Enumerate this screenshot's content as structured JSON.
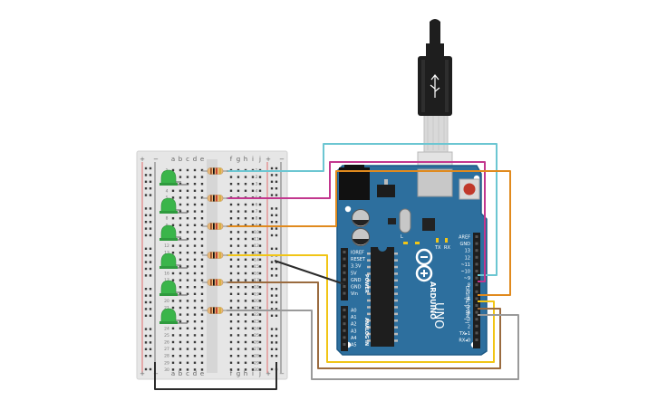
{
  "breadboard": {
    "letters_left": [
      "a",
      "b",
      "c",
      "d",
      "e"
    ],
    "letters_right": [
      "f",
      "g",
      "h",
      "i",
      "j"
    ],
    "rail_plus": "+",
    "rail_minus": "−",
    "row_numbers": [
      "1",
      "2",
      "3",
      "4",
      "5",
      "6",
      "7",
      "8",
      "9",
      "10",
      "11",
      "12",
      "13",
      "14",
      "15",
      "16",
      "17",
      "18",
      "19",
      "20",
      "21",
      "22",
      "23",
      "24",
      "25",
      "26",
      "27",
      "28",
      "29",
      "30"
    ]
  },
  "arduino": {
    "brand": "ARDUINO",
    "model": "UNO",
    "digital_header_label": "DIGITAL (PWM~)",
    "power_header_label": "POWER",
    "analog_header_label": "ANALOG IN",
    "digital_pins": [
      "AREF",
      "GND",
      "13",
      "12",
      "~11",
      "~10",
      "~9",
      "8",
      "7",
      "~6",
      "~5",
      "4",
      "~3",
      "2",
      "TX▸1",
      "RX◂0"
    ],
    "power_pins": [
      "IOREF",
      "RESET",
      "3.3V",
      "5V",
      "GND",
      "GND",
      "Vin"
    ],
    "analog_pins": [
      "A0",
      "A1",
      "A2",
      "A3",
      "A4",
      "A5"
    ],
    "leds": [
      "TX",
      "RX",
      "L"
    ]
  },
  "colors": {
    "board": "#2d6f9e",
    "board_edge": "#1d5a86",
    "breadboard": "#e6e6e6",
    "led": "#3ab54a",
    "wire_cyan": "#6cc6d2",
    "wire_magenta": "#c2378e",
    "wire_orange": "#e08a1e",
    "wire_yellow": "#f1c516",
    "wire_brown": "#9a6b3f",
    "wire_gray": "#9a9a9a",
    "wire_black": "#2b2b2b",
    "usb": "#1e1e1e"
  }
}
